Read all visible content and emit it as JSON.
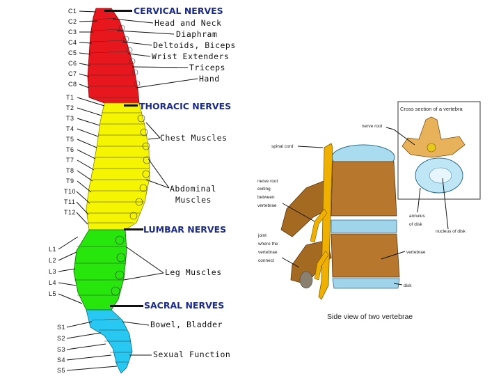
{
  "spine": {
    "levels": [
      "C1",
      "C2",
      "C3",
      "C4",
      "C5",
      "C6",
      "C7",
      "C8",
      "T1",
      "T2",
      "T3",
      "T4",
      "T5",
      "T6",
      "T7",
      "T8",
      "T9",
      "T10",
      "T11",
      "T12",
      "L1",
      "L2",
      "L3",
      "L4",
      "L5",
      "S1",
      "S2",
      "S3",
      "S4",
      "S5"
    ],
    "headings": {
      "cervical": "CERVICAL NERVES",
      "thoracic": "THORACIC NERVES",
      "lumbar": "LUMBAR NERVES",
      "sacral": "SACRAL NERVES"
    },
    "functions": {
      "head_neck": "Head and Neck",
      "diaphram": "Diaphram",
      "deltoids": "Deltoids, Biceps",
      "wrist": "Wrist Extenders",
      "triceps": "Triceps",
      "hand": "Hand",
      "chest": "Chest Muscles",
      "abdominal_1": "Abdominal",
      "abdominal_2": "Muscles",
      "leg": "Leg Muscles",
      "bowel": "Bowel, Bladder",
      "sexual": "Sexual Function"
    },
    "colors": {
      "cervical": "#e8171d",
      "thoracic": "#f5f500",
      "lumbar": "#27e60c",
      "sacral": "#27c9f2"
    }
  },
  "vertebra_panel": {
    "inset_title": "Cross section of a vertebra",
    "labels": {
      "nerve_root": "nerve root",
      "spinal_cord": "spinal cord",
      "nerve_root_exiting_1": "nerve root",
      "nerve_root_exiting_2": "exiting",
      "nerve_root_exiting_3": "between",
      "nerve_root_exiting_4": "vertebrae",
      "joint_1": "joint",
      "joint_2": "where the",
      "joint_3": "vertebrae",
      "joint_4": "connect",
      "annulus_1": "annulus",
      "annulus_2": "of disk",
      "nucleus": "nucleus of disk",
      "vertebrae": "vertebrae",
      "disk": "disk"
    },
    "caption": "Side view of two vertebrae"
  }
}
